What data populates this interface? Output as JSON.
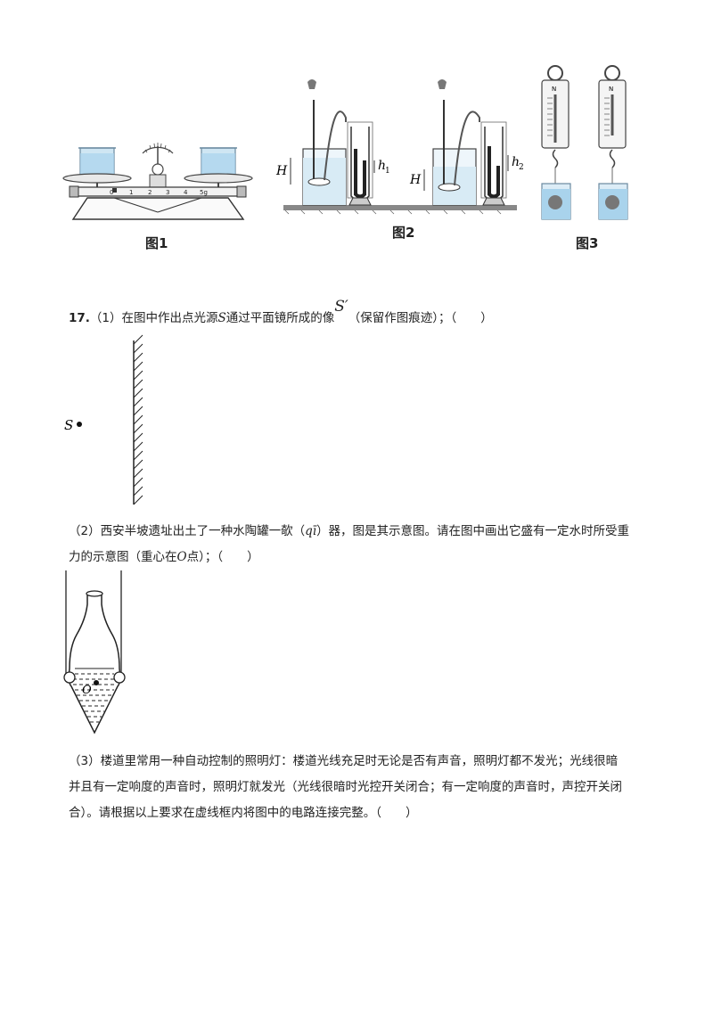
{
  "figures": {
    "fig1_caption": "图1",
    "fig2_caption": "图2",
    "fig3_caption": "图3",
    "fig2_labels": {
      "H": "H",
      "h1": "h",
      "h1_sub": "1",
      "h2": "h",
      "h2_sub": "2"
    },
    "fig1_scale": [
      "0",
      "1",
      "2",
      "3",
      "4",
      "5g"
    ],
    "fig3_label": "N"
  },
  "q17": {
    "number": "17.",
    "part1": {
      "prefix": "（1）在图中作出点光源",
      "S": "S",
      "middle": "通过平面镜所成的像",
      "S_prime": "S′",
      "suffix": "（保留作图痕迹）；（　　）",
      "point_label": "S"
    },
    "part2": {
      "line1_a": "（2）西安半坡遗址出土了一种水陶罐一欹（",
      "pinyin": "qī",
      "line1_b": "）器，图是其示意图。请在图中画出它盛有一定水时所受重",
      "line2_a": "力的示意图（重心在",
      "O": "O",
      "line2_b": "点）；（　　）",
      "point_label": "O"
    },
    "part3": {
      "line1": "（3）楼道里常用一种自动控制的照明灯：楼道光线充足时无论是否有声音，照明灯都不发光；光线很暗",
      "line2": "并且有一定响度的声音时，照明灯就发光（光线很暗时光控开关闭合；有一定响度的声音时，声控开关闭",
      "line3": "合）。请根据以上要求在虚线框内将图中的电路连接完整。（　　）"
    }
  }
}
